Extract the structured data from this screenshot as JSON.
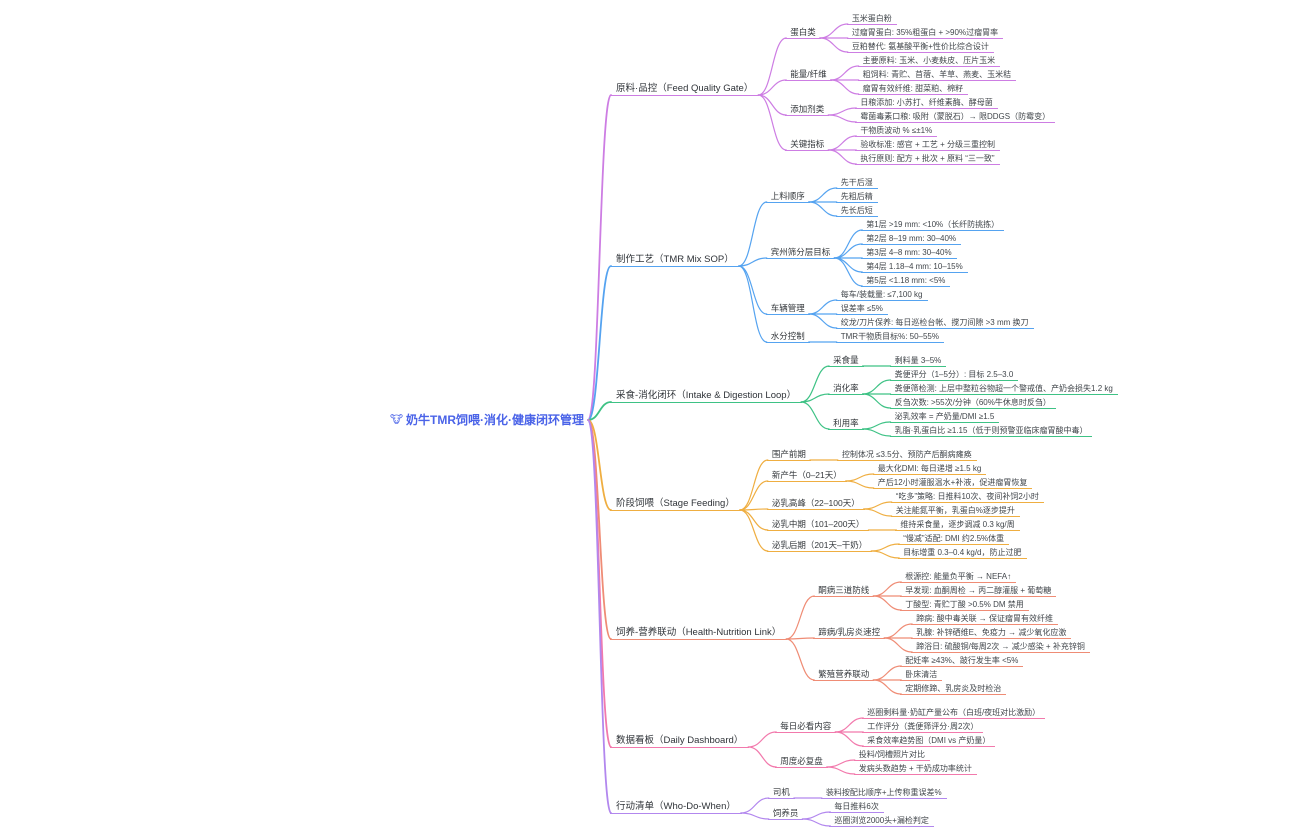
{
  "root": {
    "icon": "🐮",
    "label": "奶牛TMR饲喂·消化·健康闭环管理",
    "color": "#4a63e8"
  },
  "branches": [
    {
      "label": "原料·品控（Feed Quality Gate）",
      "color": "#cd7de3",
      "children": [
        {
          "label": "蛋白类",
          "leaves": [
            "玉米蛋白粉",
            "过瘤胃蛋白: 35%粗蛋白 + >90%过瘤胃率",
            "豆粕替代: 氨基酸平衡+性价比综合设计"
          ]
        },
        {
          "label": "能量/纤维",
          "leaves": [
            "主要原料: 玉米、小麦麸皮、压片玉米",
            "粗饲料: 青贮、苜蓿、羊草、燕麦、玉米秸",
            "瘤胃有效纤维: 甜菜粕、棉籽"
          ]
        },
        {
          "label": "添加剂类",
          "leaves": [
            "日粮添加: 小苏打、纤维素酶、酵母菌",
            "霉菌毒素口粮: 吸附（蒙脱石）→ 限DDGS（防霉变）"
          ]
        },
        {
          "label": "关键指标",
          "leaves": [
            "干物质波动 % ≤±1%",
            "验收标准: 感官 + 工艺 + 分级三重控制",
            "执行原则: 配方 + 批次 + 原料 “三一致”"
          ]
        }
      ]
    },
    {
      "label": "制作工艺（TMR Mix SOP）",
      "color": "#55a3f0",
      "children": [
        {
          "label": "上料顺序",
          "leaves": [
            "先干后湿",
            "先粗后精",
            "先长后短"
          ]
        },
        {
          "label": "宾州筛分层目标",
          "leaves": [
            "第1层 >19 mm: <10%（长纤防挑拣）",
            "第2层 8–19 mm: 30–40%",
            "第3层 4–8 mm: 30–40%",
            "第4层 1.18–4 mm: 10–15%",
            "第5层 <1.18 mm: <5%"
          ]
        },
        {
          "label": "车辆管理",
          "leaves": [
            "每车/装载量: ≤7,100 kg",
            "误差率 ≤5%",
            "绞龙/刀片保养: 每日巡检台帐、搅刀间隙 >3 mm 换刀"
          ]
        },
        {
          "label": "水分控制",
          "leaves": [
            "TMR干物质目标%: 50–55%"
          ]
        }
      ]
    },
    {
      "label": "采食-消化闭环（Intake & Digestion Loop）",
      "color": "#3ec285",
      "children": [
        {
          "label": "采食量",
          "leaves": [
            "剩料量 3–5%"
          ]
        },
        {
          "label": "消化率",
          "leaves": [
            "粪便评分（1–5分）: 目标 2.5–3.0",
            "粪便筛检测: 上层中整粒谷物超一个警戒值、产奶会损失1.2 kg",
            "反刍次数: >55次/分钟（60%牛休息时反刍）"
          ]
        },
        {
          "label": "利用率",
          "leaves": [
            "泌乳效率 = 产奶量/DMI ≥1.5",
            "乳脂·乳蛋白比 ≥1.15（低于则预警亚临床瘤胃酸中毒）"
          ]
        }
      ]
    },
    {
      "label": "阶段饲喂（Stage Feeding）",
      "color": "#efae41",
      "children": [
        {
          "label": "围产前期",
          "leaves": [
            "控制体况 ≤3.5分、预防产后酮病瘫痪"
          ]
        },
        {
          "label": "新产牛（0–21天）",
          "leaves": [
            "最大化DMI: 每日递增 ≥1.5 kg",
            "产后12小时灌服温水+补液，促进瘤胃恢复"
          ]
        },
        {
          "label": "泌乳高峰（22–100天）",
          "leaves": [
            "“吃多”策略: 日推料10次、夜间补饲2小时",
            "关注能氮平衡，乳蛋白%逐步提升"
          ]
        },
        {
          "label": "泌乳中期（101–200天）",
          "leaves": [
            "维持采食量，逐步调减 0.3 kg/周"
          ]
        },
        {
          "label": "泌乳后期（201天–干奶）",
          "leaves": [
            "“慢减”适配: DMI 约2.5%体重",
            "目标增重 0.3–0.4 kg/d，防止过肥"
          ]
        }
      ]
    },
    {
      "label": "饲养-营养联动（Health-Nutrition Link）",
      "color": "#ef8c75",
      "children": [
        {
          "label": "酮病三道防线",
          "leaves": [
            "根源控: 能量负平衡 → NEFA↑",
            "早发现: 血酮周检 → 丙二醇灌服 + 葡萄糖",
            "丁酸型: 青贮丁酸 >0.5% DM 禁用"
          ]
        },
        {
          "label": "蹄病/乳房炎速控",
          "leaves": [
            "蹄病: 酸中毒关联 → 保证瘤胃有效纤维",
            "乳腺: 补锌硒维E、免疫力 → 减少氧化应激",
            "蹄浴日: 硫酸铜/每周2次 → 减少感染 + 补充锌铜"
          ]
        },
        {
          "label": "繁殖营养联动",
          "leaves": [
            "配妊率 ≥43%、跛行发生率 <5%",
            "卧床清洁",
            "定期修蹄、乳房炎及时检治"
          ]
        }
      ]
    },
    {
      "label": "数据看板（Daily Dashboard）",
      "color": "#f279ac",
      "children": [
        {
          "label": "每日必看内容",
          "leaves": [
            "巡圈剩料量·奶缸产量公布（白班/夜班对比激励）",
            "工作评分（粪便筛评分·周2次）",
            "采食效率趋势图（DMI vs 产奶量）"
          ]
        },
        {
          "label": "周度必复盘",
          "leaves": [
            "投料/饲槽照片对比",
            "发病头数趋势 + 干奶成功率统计"
          ]
        }
      ]
    },
    {
      "label": "行动清单（Who-Do-When）",
      "color": "#b287ee",
      "children": [
        {
          "label": "司机",
          "leaves": [
            "装料按配比顺序+上传称重误差%"
          ]
        },
        {
          "label": "饲养员",
          "leaves": [
            "每日推料6次",
            "巡圈浏览2000头+漏检判定"
          ]
        }
      ]
    }
  ]
}
